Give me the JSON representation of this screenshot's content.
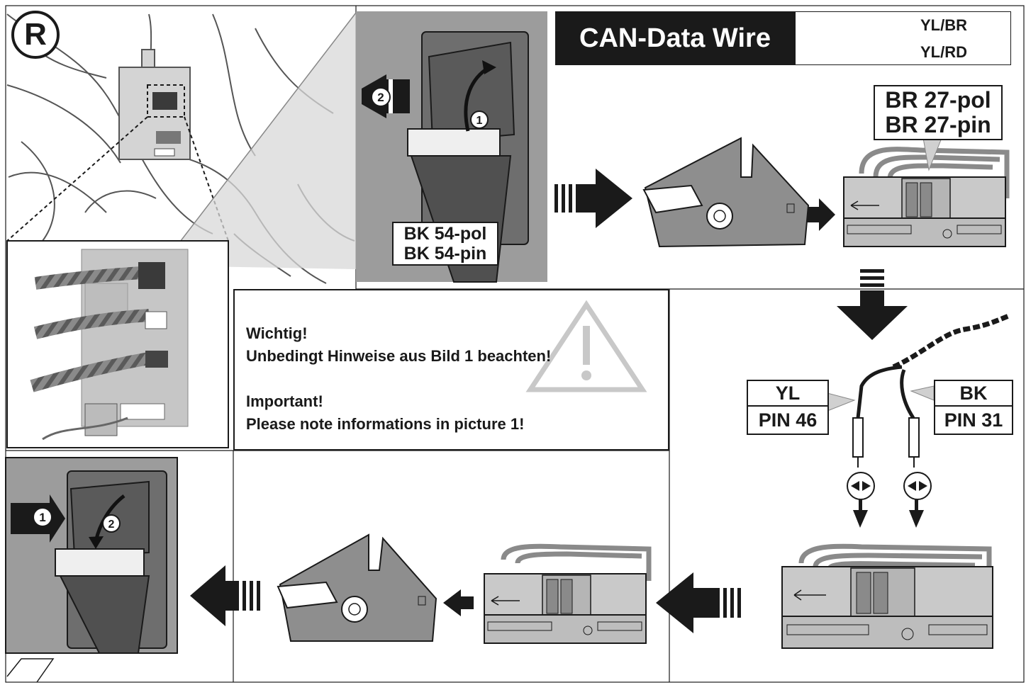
{
  "badge": {
    "letter": "R"
  },
  "can_header": {
    "title": "CAN-Data Wire",
    "wire_1": "YL/BR",
    "wire_2": "YL/RD"
  },
  "connector_54": {
    "line1": "BK 54-pol",
    "line2": "BK 54-pin"
  },
  "connector_27": {
    "line1": "BR 27-pol",
    "line2": "BR 27-pin"
  },
  "note": {
    "de_title": "Wichtig!",
    "de_text": "Unbedingt Hinweise aus Bild 1 beachten!",
    "en_title": "Important!",
    "en_text": "Please note informations in picture 1!"
  },
  "pin_yl": {
    "color": "YL",
    "pin": "PIN 46"
  },
  "pin_bk": {
    "color": "BK",
    "pin": "PIN 31"
  },
  "steps": {
    "step1": "1",
    "step2": "2"
  }
}
